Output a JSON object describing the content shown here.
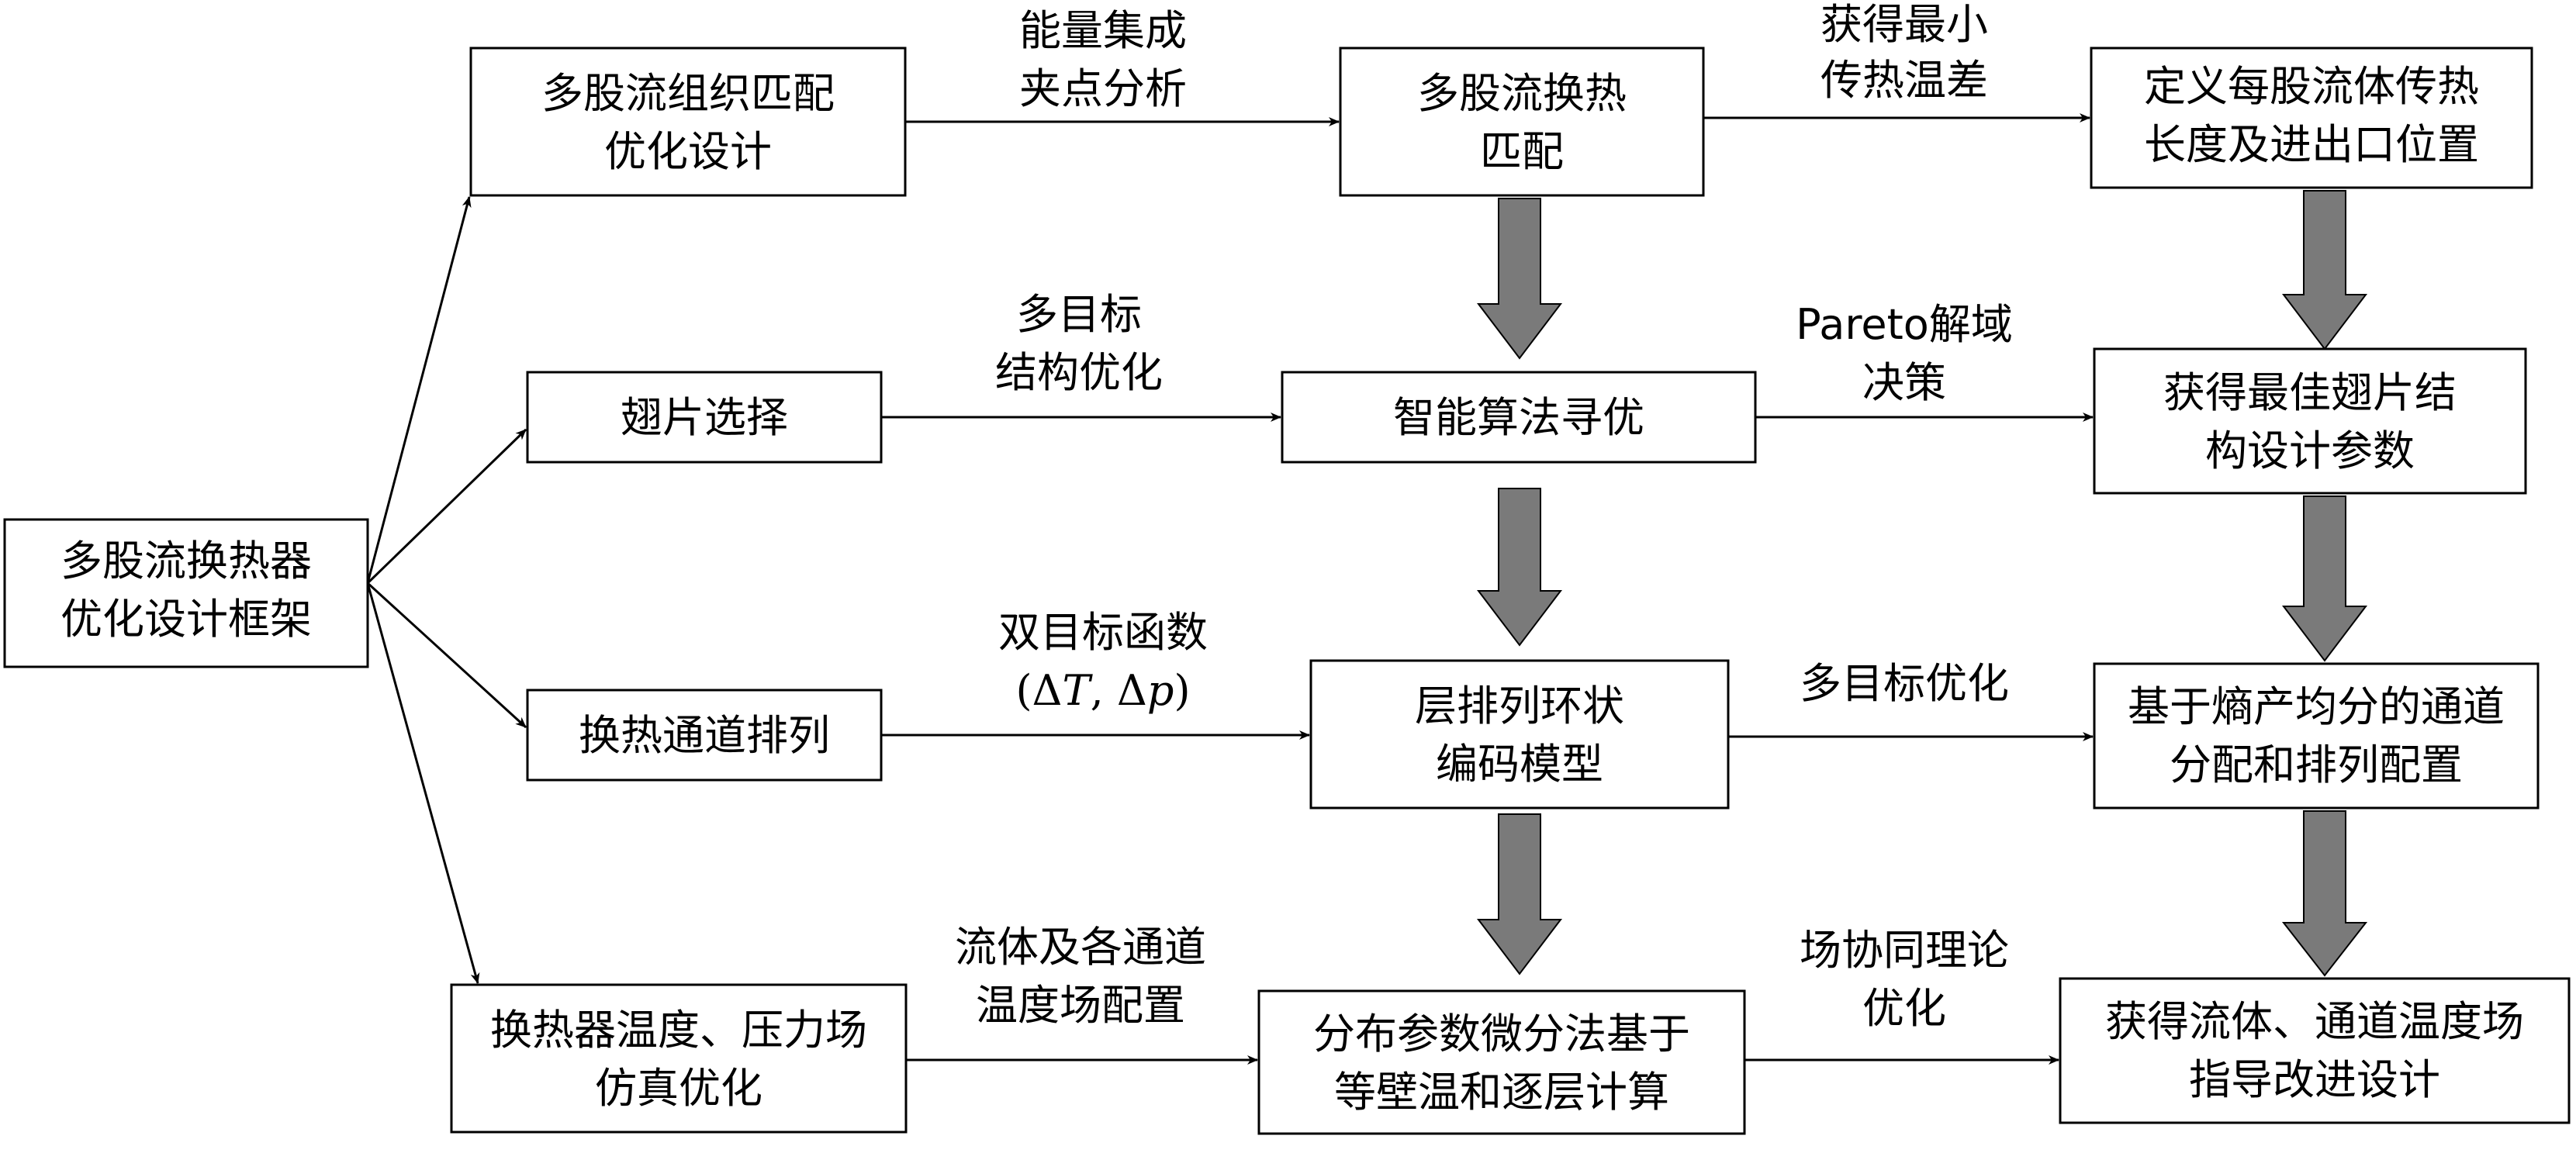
{
  "nodes": {
    "root": [
      "多股流换热器",
      "优化设计框架"
    ],
    "r1c1": [
      "多股流组织匹配",
      "优化设计"
    ],
    "r1c2": [
      "多股流换热",
      "匹配"
    ],
    "r1c3": [
      "定义每股流体传热",
      "长度及进出口位置"
    ],
    "r2c1": [
      "翅片选择"
    ],
    "r2c2": [
      "智能算法寻优"
    ],
    "r2c3": [
      "获得最佳翅片结",
      "构设计参数"
    ],
    "r3c1": [
      "换热通道排列"
    ],
    "r3c2": [
      "层排列环状",
      "编码模型"
    ],
    "r3c3": [
      "基于熵产均分的通道",
      "分配和排列配置"
    ],
    "r4c1": [
      "换热器温度、压力场",
      "仿真优化"
    ],
    "r4c2": [
      "分布参数微分法基于",
      "等壁温和逐层计算"
    ],
    "r4c3": [
      "获得流体、通道温度场",
      "指导改进设计"
    ]
  },
  "edge_labels": {
    "r1a": [
      "能量集成",
      "夹点分析"
    ],
    "r1b": [
      "获得最小",
      "传热温差"
    ],
    "r2a": [
      "多目标",
      "结构优化"
    ],
    "r2b": [
      "Pareto解域",
      "决策"
    ],
    "r3a_line1": "双目标函数",
    "r3a_line2": {
      "open": "(Δ",
      "var1": "T",
      "sep": ", Δ",
      "var2": "p",
      "close": ")"
    },
    "r3b": [
      "多目标优化"
    ],
    "r4a": [
      "流体及各通道",
      "温度场配置"
    ],
    "r4b": [
      "场协同理论",
      "优化"
    ]
  }
}
